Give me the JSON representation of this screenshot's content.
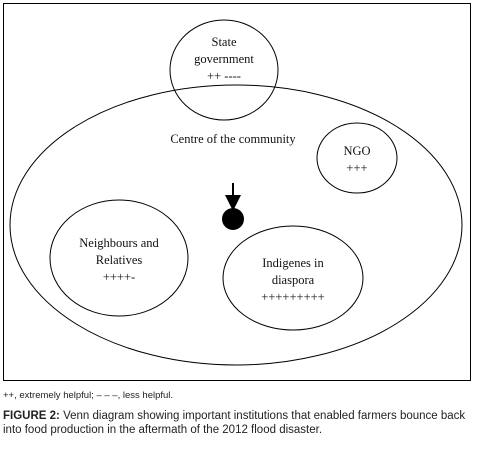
{
  "diagram": {
    "circles": [
      {
        "id": "state",
        "lines": [
          "State",
          "government",
          "++ ----"
        ]
      },
      {
        "id": "ngo",
        "lines": [
          "NGO",
          "+++"
        ]
      },
      {
        "id": "neighbours",
        "lines": [
          "Neighbours and",
          "Relatives",
          "++++-"
        ]
      },
      {
        "id": "indigenes",
        "lines": [
          "Indigenes in",
          "diaspora",
          "+++++++++"
        ]
      }
    ],
    "community_label": "Centre of the community"
  },
  "legend_note": "++, extremely helpful; – – –, less helpful.",
  "caption": {
    "label": "FIGURE 2:",
    "text": " Venn diagram showing important institutions that enabled farmers bounce back into food production in the aftermath of the 2012 flood disaster."
  }
}
